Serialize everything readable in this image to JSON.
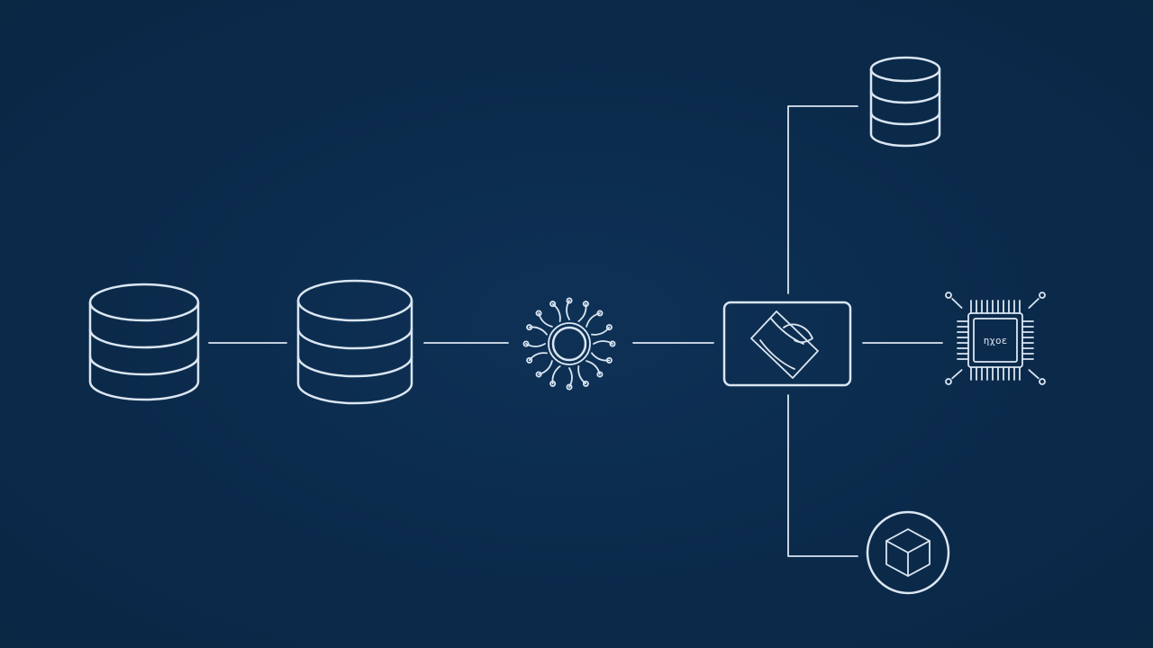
{
  "diagram": {
    "nodes": [
      {
        "id": "db-source",
        "icon": "database-icon"
      },
      {
        "id": "db-staging",
        "icon": "database-icon"
      },
      {
        "id": "hub",
        "icon": "network-hub-icon"
      },
      {
        "id": "processor",
        "icon": "processing-card-icon"
      },
      {
        "id": "db-output",
        "icon": "database-icon"
      },
      {
        "id": "chip",
        "icon": "chip-icon",
        "label": "ηχοε"
      },
      {
        "id": "package",
        "icon": "cube-icon"
      }
    ],
    "edges": [
      [
        "db-source",
        "db-staging"
      ],
      [
        "db-staging",
        "hub"
      ],
      [
        "hub",
        "processor"
      ],
      [
        "processor",
        "db-output"
      ],
      [
        "processor",
        "chip"
      ],
      [
        "processor",
        "package"
      ]
    ]
  },
  "colors": {
    "background": "#0b2a4a",
    "stroke": "#dbe6f2"
  }
}
